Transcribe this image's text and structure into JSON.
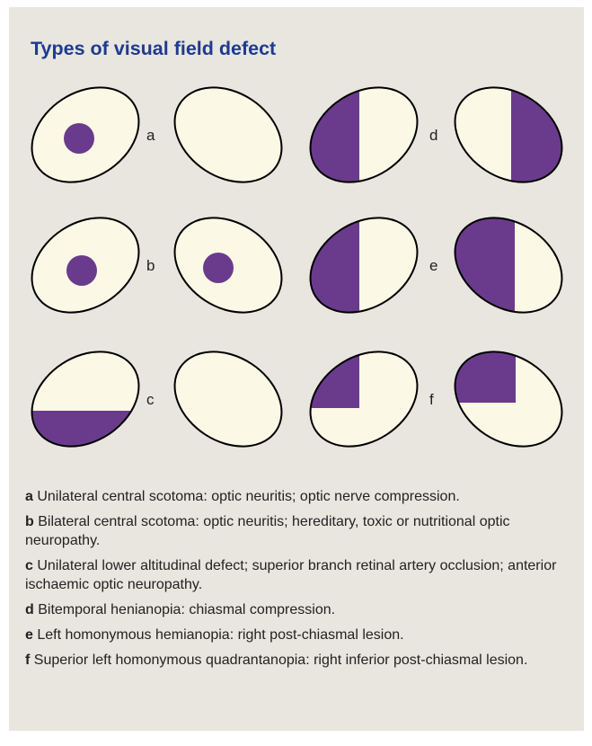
{
  "title": "Types of visual field defect",
  "colors": {
    "background": "#e8e6df",
    "field_fill": "#fcf8e6",
    "defect": "#6a3b8c",
    "outline": "#000000",
    "title": "#1f3a8f"
  },
  "rows": [
    {
      "letter": "a",
      "left_pair": {
        "left_eye": "central-scotoma",
        "right_eye": "normal"
      },
      "right_pair_letter": "d",
      "right_pair": {
        "left_eye": "left-half-defect",
        "right_eye": "right-half-defect"
      }
    },
    {
      "letter": "b",
      "left_pair": {
        "left_eye": "central-scotoma",
        "right_eye": "central-scotoma"
      },
      "right_pair_letter": "e",
      "right_pair": {
        "left_eye": "left-half-defect",
        "right_eye": "left-half-defect"
      }
    },
    {
      "letter": "c",
      "left_pair": {
        "left_eye": "lower-half-defect",
        "right_eye": "normal"
      },
      "right_pair_letter": "f",
      "right_pair": {
        "left_eye": "upper-left-quadrant-defect",
        "right_eye": "upper-left-quadrant-defect"
      }
    }
  ],
  "captions": [
    {
      "letter": "a",
      "text": " Unilateral central scotoma: optic neuritis; optic nerve compression."
    },
    {
      "letter": "b",
      "text": " Bilateral central scotoma: optic neuritis; hereditary, toxic or nutritional optic neuropathy."
    },
    {
      "letter": "c",
      "text": " Unilateral lower altitudinal defect; superior branch retinal artery occlusion; anterior ischaemic optic neuropathy."
    },
    {
      "letter": "d",
      "text": " Bitemporal henianopia: chiasmal compression."
    },
    {
      "letter": "e",
      "text": " Left homonymous hemianopia: right post-chiasmal lesion."
    },
    {
      "letter": "f",
      "text": " Superior left homonymous quadrantanopia: right inferior post-chiasmal lesion."
    }
  ]
}
